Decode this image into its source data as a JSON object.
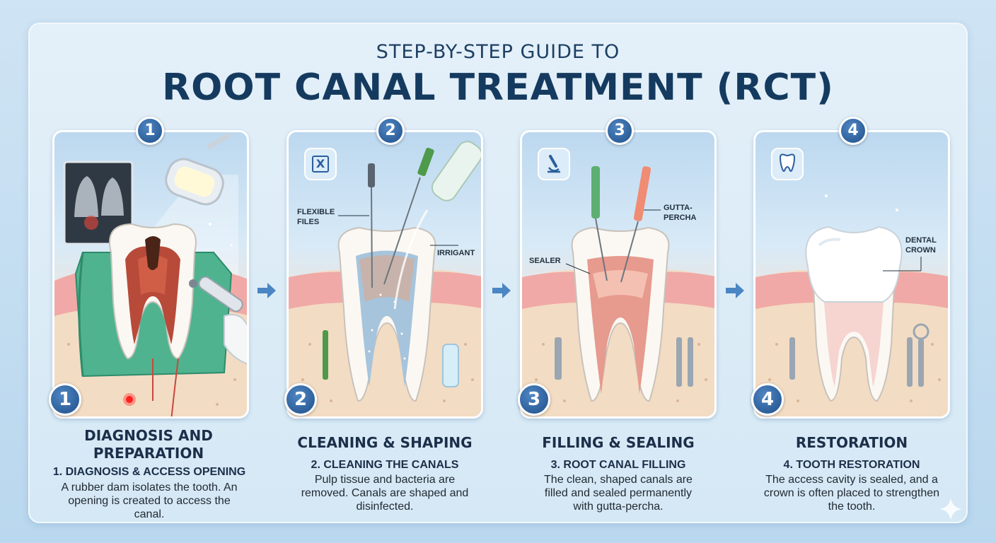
{
  "header": {
    "subtitle": "STEP-BY-STEP GUIDE TO",
    "title": "ROOT CANAL TREATMENT (RCT)"
  },
  "colors": {
    "badge": "#2a5f9e",
    "title": "#153a5f",
    "gum": "#f0a9a6",
    "bone": "#f3dcc4",
    "dam": "#4fb38f"
  },
  "steps": [
    {
      "number": "1",
      "stage_title": "DIAGNOSIS AND PREPARATION",
      "step_title": "1. DIAGNOSIS & ACCESS OPENING",
      "description": "A rubber dam isolates the tooth. An opening is created to access the canal.",
      "icon": "xray-icon"
    },
    {
      "number": "2",
      "stage_title": "CLEANING & SHAPING",
      "step_title": "2. CLEANING THE CANALS",
      "description": "Pulp tissue and bacteria are removed. Canals are shaped and disinfected.",
      "icon": "x-box-icon",
      "labels": [
        "FLEXIBLE FILES",
        "IRRIGANT"
      ]
    },
    {
      "number": "3",
      "stage_title": "FILLING & SEALING",
      "step_title": "3. ROOT CANAL FILLING",
      "description": "The clean, shaped canals are filled and sealed permanently with gutta-percha.",
      "icon": "microscope-icon",
      "labels": [
        "GUTTA-PERCHA",
        "SEALER"
      ]
    },
    {
      "number": "4",
      "stage_title": "RESTORATION",
      "step_title": "4. TOOTH RESTORATION",
      "description": "The access cavity is sealed, and a crown is often placed to strengthen the tooth.",
      "icon": "tooth-icon",
      "labels": [
        "DENTAL CROWN"
      ]
    }
  ]
}
